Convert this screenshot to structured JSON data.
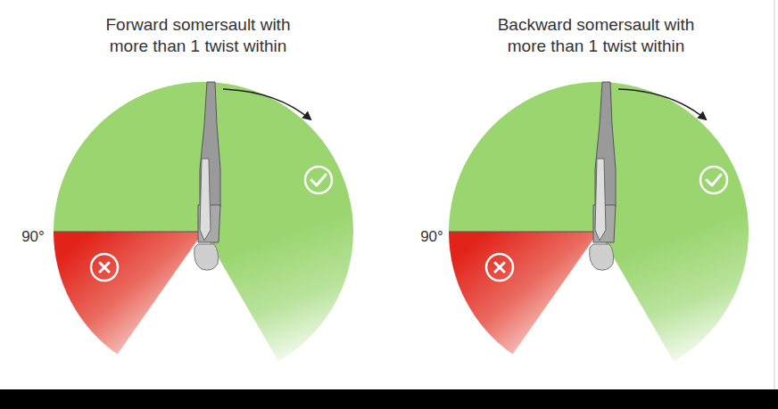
{
  "diagram": {
    "labels": [
      "Forward somersault with more than 1 twist within",
      "90°",
      "Backward somersault with more than 1 twist within",
      "90°"
    ]
  }
}
